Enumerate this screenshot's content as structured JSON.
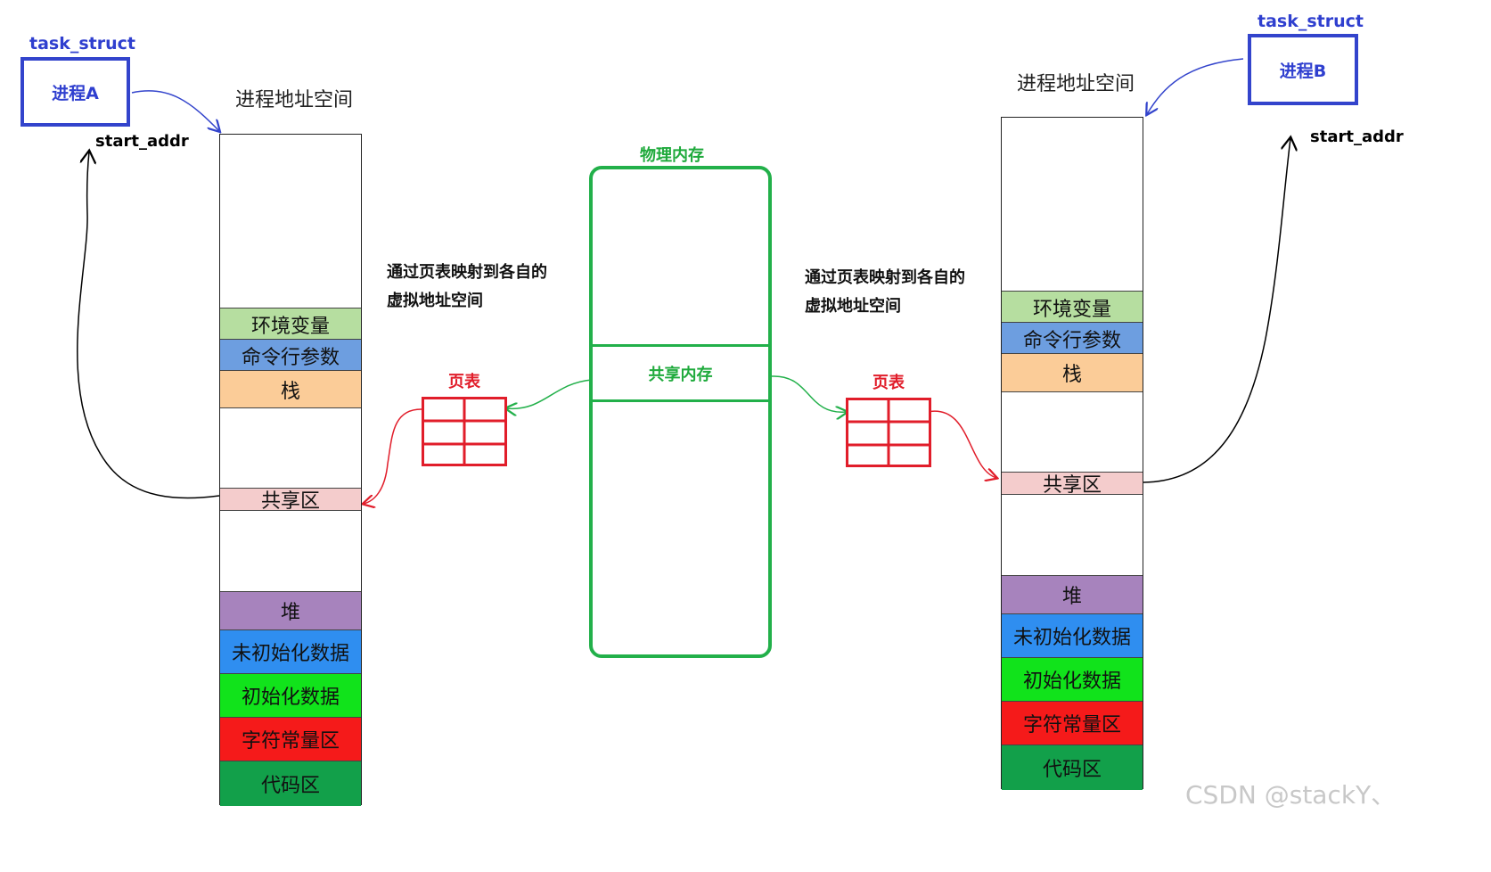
{
  "left": {
    "task_struct_label": "task_struct",
    "process_label": "进程A",
    "start_addr_label": "start_addr",
    "address_space_title": "进程地址空间",
    "segments": {
      "env": "环境变量",
      "args": "命令行参数",
      "stack": "栈",
      "shared": "共享区",
      "heap": "堆",
      "bss": "未初始化数据",
      "data": "初始化数据",
      "rodata": "字符常量区",
      "text": "代码区"
    },
    "page_table_label": "页表",
    "mapping_note_line1": "通过页表映射到各自的",
    "mapping_note_line2": "虚拟地址空间"
  },
  "right": {
    "task_struct_label": "task_struct",
    "process_label": "进程B",
    "start_addr_label": "start_addr",
    "address_space_title": "进程地址空间",
    "segments": {
      "env": "环境变量",
      "args": "命令行参数",
      "stack": "栈",
      "shared": "共享区",
      "heap": "堆",
      "bss": "未初始化数据",
      "data": "初始化数据",
      "rodata": "字符常量区",
      "text": "代码区"
    },
    "page_table_label": "页表",
    "mapping_note_line1": "通过页表映射到各自的",
    "mapping_note_line2": "虚拟地址空间"
  },
  "physical_memory": {
    "title": "物理内存",
    "shared_label": "共享内存"
  },
  "watermark": "CSDN @stackY、",
  "colors": {
    "env": "#b6dea0",
    "args": "#6d9ee0",
    "stack": "#fbcc98",
    "shared": "#f4cccc",
    "heap": "#a783bd",
    "bss": "#2f8ef0",
    "data": "#11e31b",
    "rodata": "#f51a1a",
    "text": "#12a04a",
    "process_box": "#3344cc",
    "physical_memory": "#22b04a",
    "page_table": "#e11d2a"
  }
}
